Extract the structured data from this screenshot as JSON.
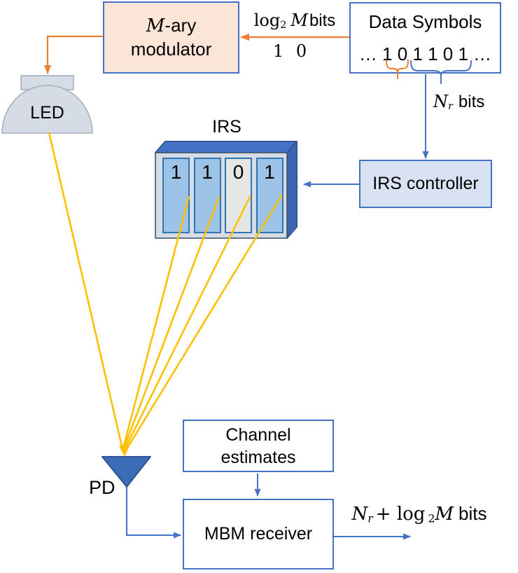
{
  "colors": {
    "accent_orange": "#ED7D31",
    "accent_blue": "#4472C4",
    "dark_blue": "#2F5597",
    "beam_yellow": "#FFC000",
    "cell_on_blue": "#9DC3E6",
    "cell_off_gray": "#E7E6E6",
    "cell_border": "#2E75B6",
    "panel_face_gray": "#D6DCE5",
    "modulator_fill": "#FBE5D6",
    "controller_fill": "#D9E2F3",
    "pd_fill": "#3A6DB5"
  },
  "modulator": {
    "var": "M",
    "rest": "-ary",
    "line2": "modulator"
  },
  "data_symbols": {
    "title": "Data Symbols",
    "stream": "… 1 0 1 1 0 1 …"
  },
  "log2m_label": {
    "fn": "log",
    "sub": "2",
    "var": "M",
    "suffix": "bits"
  },
  "two_bits": "1 0",
  "nr_label": {
    "var": "N",
    "sub": "r",
    "suffix": "bits"
  },
  "led": {
    "label": "LED"
  },
  "irs": {
    "title": "IRS",
    "cells": [
      "1",
      "1",
      "0",
      "1"
    ]
  },
  "controller": {
    "label": "IRS controller"
  },
  "pd": {
    "label": "PD"
  },
  "channel": {
    "line1": "Channel",
    "line2": "estimates"
  },
  "receiver": {
    "label": "MBM receiver"
  },
  "output_label": {
    "var1": "N",
    "sub1": "r",
    "mid": "+ log",
    "sub2": "2",
    "var2": "M",
    "suffix": "bits"
  }
}
